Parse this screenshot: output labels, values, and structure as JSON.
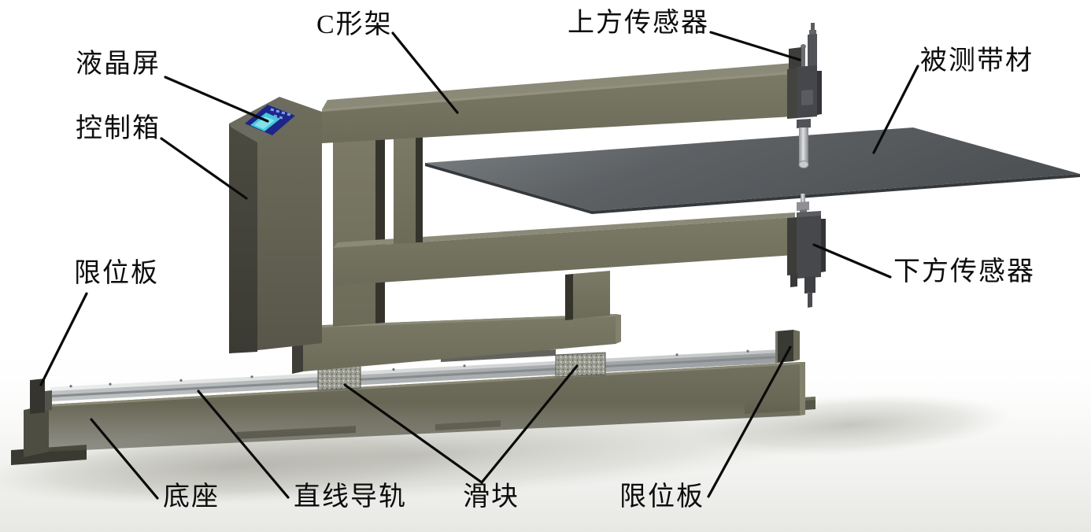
{
  "figure": {
    "type": "technical-diagram",
    "subject": "strip thickness gauge machine (3D CAD render with callout labels)"
  },
  "labels": {
    "lcd_screen": "液晶屏",
    "control_box": "控制箱",
    "limit_plate_left": "限位板",
    "c_frame": "C形架",
    "upper_sensor": "上方传感器",
    "measured_strip": "被测带材",
    "lower_sensor": "下方传感器",
    "base": "底座",
    "linear_guide": "直线导轨",
    "slider": "滑块",
    "limit_plate_right": "限位板"
  },
  "colors": {
    "machine_body_olive": "#74735f",
    "machine_dark_side": "#35342c",
    "machine_top_face": "#8b8a78",
    "strip_gray": "#53575a",
    "rail_metal": "#b5b8b9",
    "sensor_dark_gray": "#46474b",
    "lcd_panel_navy": "#1d2688",
    "lcd_screen_cyan": "#45c8da",
    "leader_line": "#0a0a0a",
    "label_text": "#0d0d0d"
  }
}
